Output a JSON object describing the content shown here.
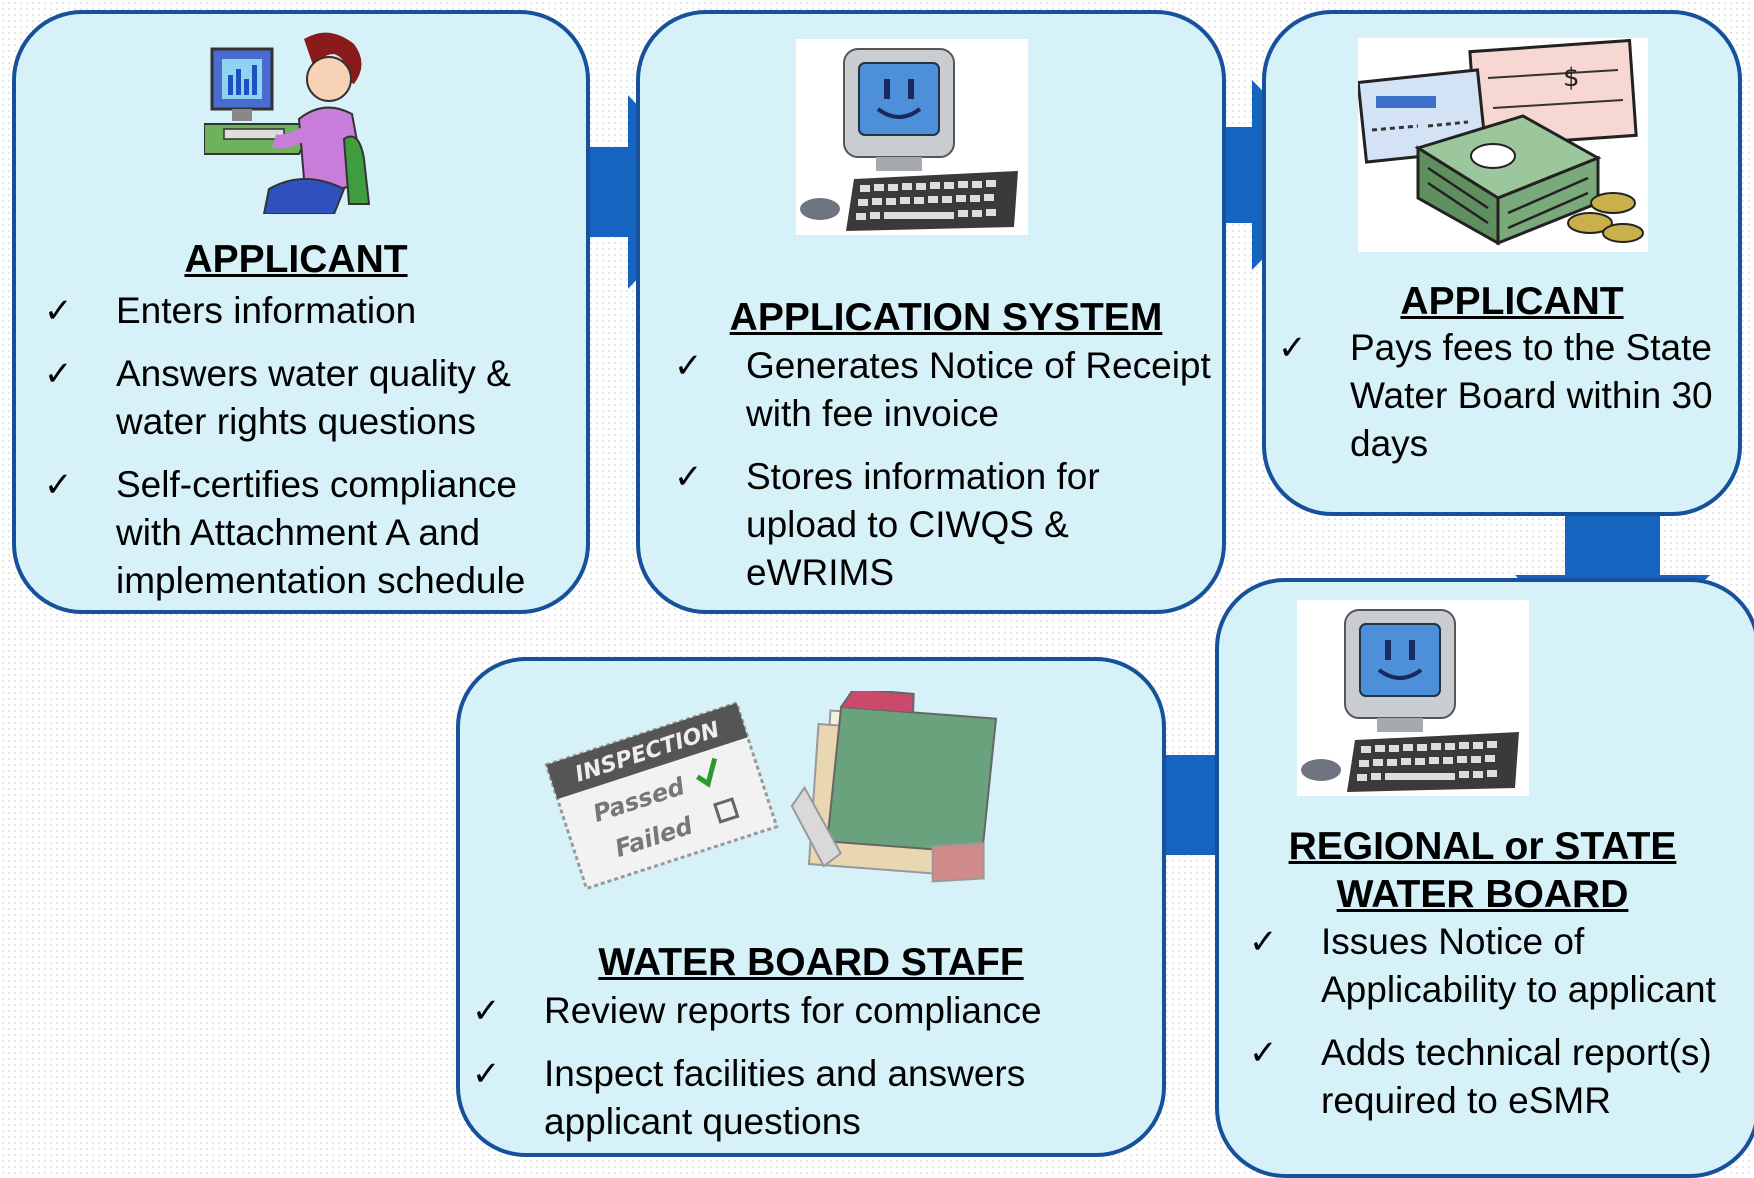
{
  "flow": {
    "step1": {
      "title": "APPLICANT",
      "items": [
        "Enters information",
        "Answers water quality & water rights questions",
        "Self-certifies compliance with Attachment A and implementation schedule"
      ]
    },
    "step2": {
      "title": "APPLICATION SYSTEM",
      "items": [
        "Generates Notice of Receipt with fee invoice",
        "Stores information for upload to CIWQS & eWRIMS"
      ]
    },
    "step3": {
      "title": "APPLICANT",
      "items": [
        "Pays fees to the State Water Board within 30 days"
      ]
    },
    "step4": {
      "title": "REGIONAL or STATE WATER BOARD",
      "items": [
        "Issues Notice of Applicability to applicant",
        "Adds technical report(s) required to eSMR"
      ]
    },
    "step5": {
      "title": "WATER BOARD STAFF",
      "items": [
        "Review reports for compliance",
        "Inspect facilities and answers applicant questions"
      ]
    }
  },
  "check_glyph": "✓",
  "inspection_card": {
    "heading": "INSPECTION",
    "passed": "Passed",
    "failed": "Failed"
  },
  "colors": {
    "box_fill": "#d6f1f8",
    "box_border": "#17519b",
    "arrow": "#1565c0"
  },
  "icons": [
    "woman-at-computer-icon",
    "smiling-computer-icon",
    "checks-and-cash-icon",
    "inspection-card-icon",
    "file-folders-icon"
  ]
}
